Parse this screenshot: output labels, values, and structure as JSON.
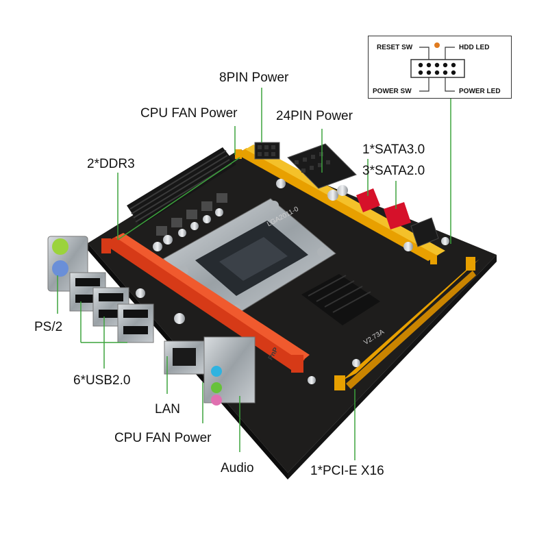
{
  "labels": {
    "pin8_power": "8PIN Power",
    "cpu_fan_power_top": "CPU FAN Power",
    "pin24_power": "24PIN Power",
    "ddr3": "2*DDR3",
    "sata3": "1*SATA3.0",
    "sata2": "3*SATA2.0",
    "ps2": "PS/2",
    "usb": "6*USB2.0",
    "lan": "LAN",
    "cpu_fan_power_bottom": "CPU FAN Power",
    "audio": "Audio",
    "pcie": "1*PCI-E X16"
  },
  "front_panel": {
    "reset_sw": "RESET SW",
    "hdd_led": "HDD LED",
    "power_sw": "POWER SW",
    "power_led": "POWER LED"
  },
  "silkscreen": {
    "socket": "LGA2011-0",
    "board_model": "V2.73A",
    "socket_cover": "PnP"
  },
  "colors": {
    "callout_line": "#3ca33c",
    "pcb": "#1e1d1c",
    "dimm_orange": "#e8a000",
    "dimm_red": "#d63a17",
    "sata_red": "#d6112a",
    "heatsink": "#111111",
    "header_dot": "#e07b1f"
  },
  "icons": [
    "motherboard-photo",
    "front-panel-pin-diagram"
  ]
}
